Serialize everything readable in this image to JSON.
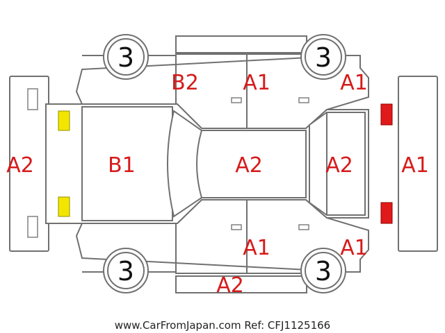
{
  "colors": {
    "damage_code": "#d61a1a",
    "outline": "#707070",
    "front_light": "#f2e600",
    "rear_light": "#e01a1a"
  },
  "wheels": {
    "front_left": "3",
    "front_right": "3",
    "rear_left": "3",
    "rear_right": "3"
  },
  "labels": {
    "front_bumper": "A2",
    "hood": "B1",
    "roof": "A2",
    "rear_window": "A2",
    "rear_bumper": "A1",
    "front_fender_top": "B2",
    "front_door_top": "A1",
    "rear_door_top": "A1",
    "front_door_bottom": "A1",
    "rear_door_bottom": "A1",
    "side_sill_bottom": "A2"
  },
  "caption": "www.CarFromJapan.com Ref: CFJ1125166"
}
